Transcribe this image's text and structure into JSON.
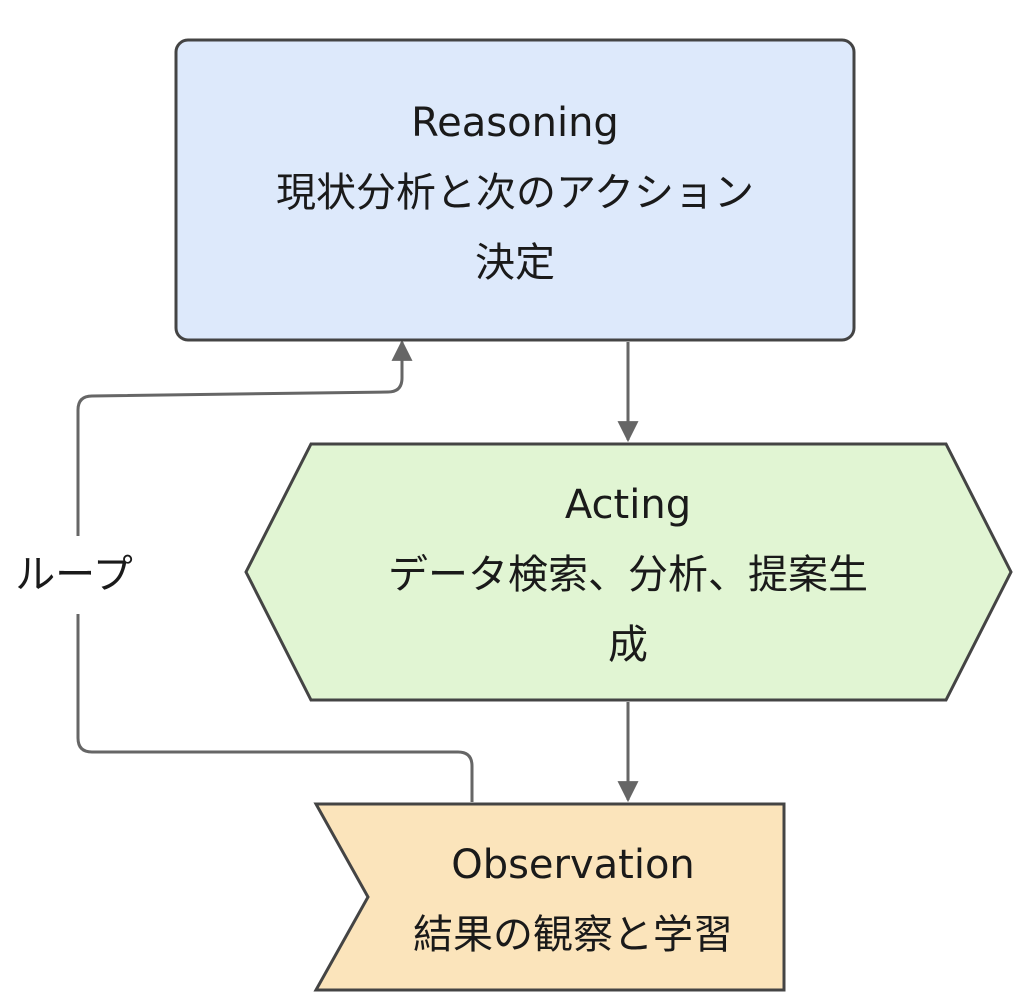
{
  "diagram": {
    "nodes": {
      "reasoning": {
        "lines": [
          "Reasoning",
          "現状分析と次のアクション",
          "決定"
        ],
        "fill": "#dde9fb"
      },
      "acting": {
        "lines": [
          "Acting",
          "データ検索、分析、提案生",
          "成"
        ],
        "fill": "#e1f5d3"
      },
      "observation": {
        "lines": [
          "Observation",
          "結果の観察と学習"
        ],
        "fill": "#fbe4bb"
      }
    },
    "edges": {
      "loop_label": "ループ"
    },
    "colors": {
      "stroke": "#444444",
      "edge": "#666666"
    }
  }
}
